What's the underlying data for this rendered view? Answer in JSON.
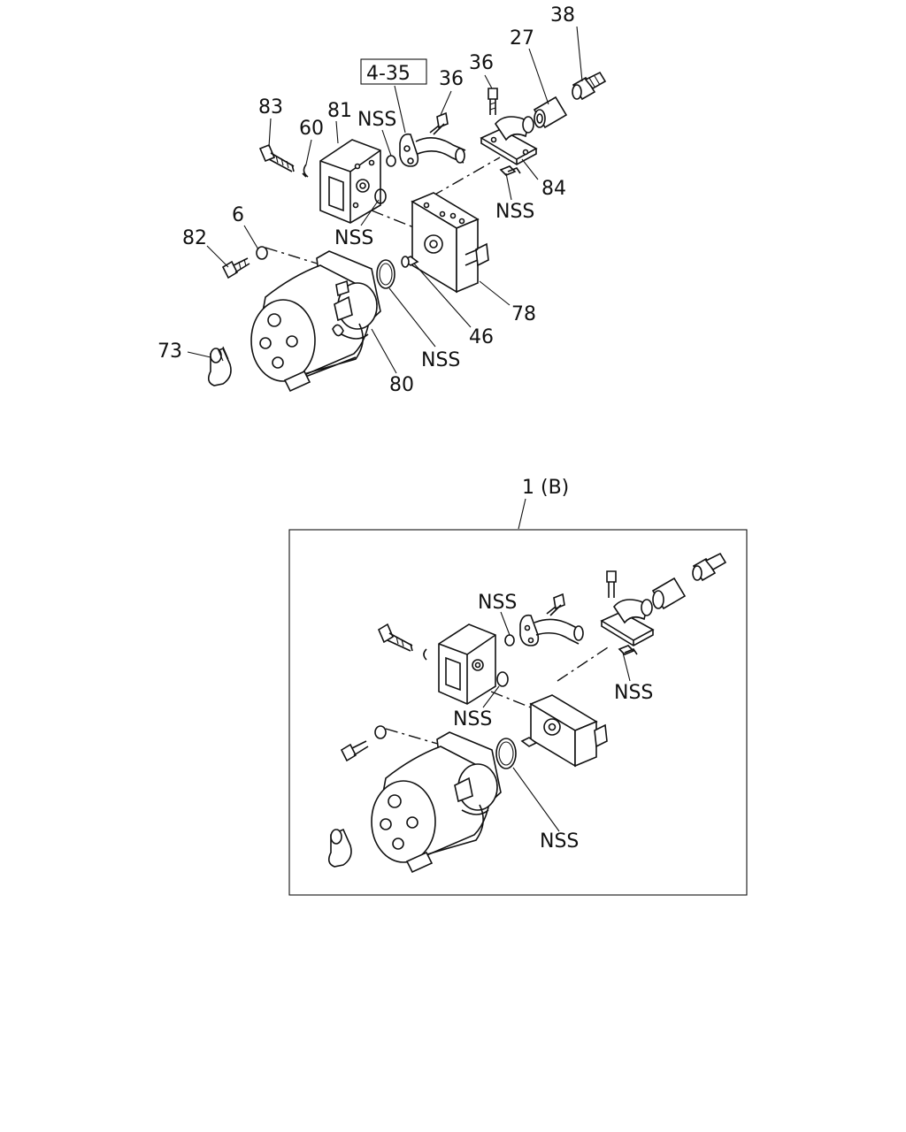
{
  "top_view": {
    "callouts": {
      "c38": "38",
      "c27": "27",
      "c36a": "36",
      "c36b": "36",
      "c435": "4-35",
      "c83": "83",
      "c81": "81",
      "c60": "60",
      "c_nss1": "NSS",
      "c84": "84",
      "c_nss2": "NSS",
      "c_nss3": "NSS",
      "c6": "6",
      "c82": "82",
      "c78": "78",
      "c46": "46",
      "c_nss4": "NSS",
      "c73": "73",
      "c80": "80"
    }
  },
  "assembly_b": {
    "title": "1 (B)",
    "callouts": {
      "n1": "NSS",
      "n2": "NSS",
      "n3": "NSS",
      "n4": "NSS"
    }
  }
}
